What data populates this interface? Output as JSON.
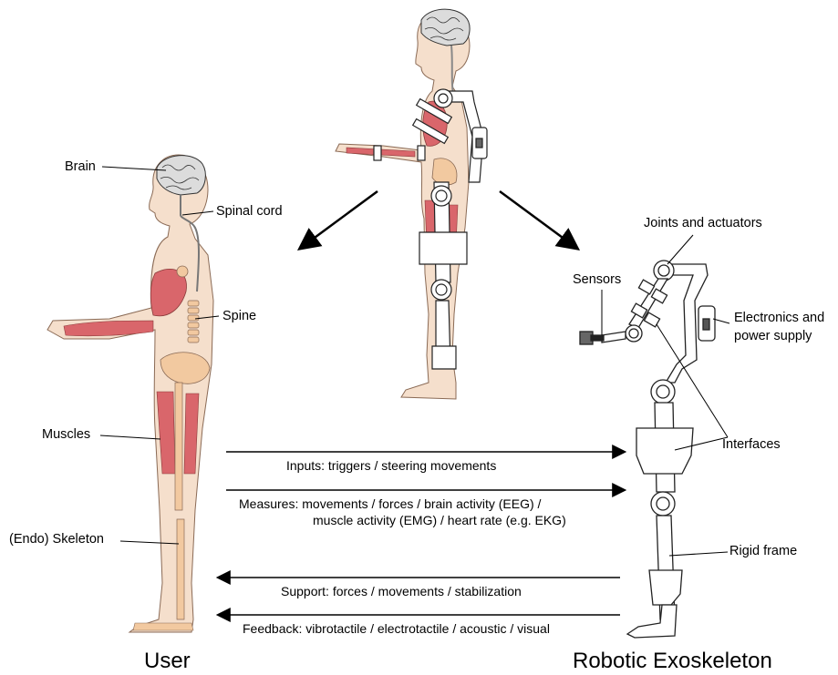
{
  "user_labels": {
    "brain": "Brain",
    "spinal_cord": "Spinal cord",
    "spine": "Spine",
    "muscles": "Muscles",
    "skeleton": "(Endo) Skeleton"
  },
  "exo_labels": {
    "joints": "Joints and actuators",
    "sensors": "Sensors",
    "electronics_line1": "Electronics and",
    "electronics_line2": "power supply",
    "interfaces": "Interfaces",
    "frame": "Rigid frame"
  },
  "flows": {
    "inputs": "Inputs: triggers / steering movements",
    "measures_line1": "Measures: movements / forces / brain activity (EEG) /",
    "measures_line2": "muscle activity (EMG) / heart rate (e.g. EKG)",
    "support": "Support: forces / movements / stabilization",
    "feedback": "Feedback: vibrotactile / electrotactile / acoustic / visual"
  },
  "captions": {
    "user": "User",
    "exoskeleton": "Robotic Exoskeleton"
  },
  "colors": {
    "skin": "#f5dfcc",
    "skin_outline": "#8a6a55",
    "muscle": "#d9666b",
    "bone": "#f2c9a0",
    "brain": "#dcdcdc",
    "frame": "#ffffff",
    "arrow": "#000000"
  }
}
